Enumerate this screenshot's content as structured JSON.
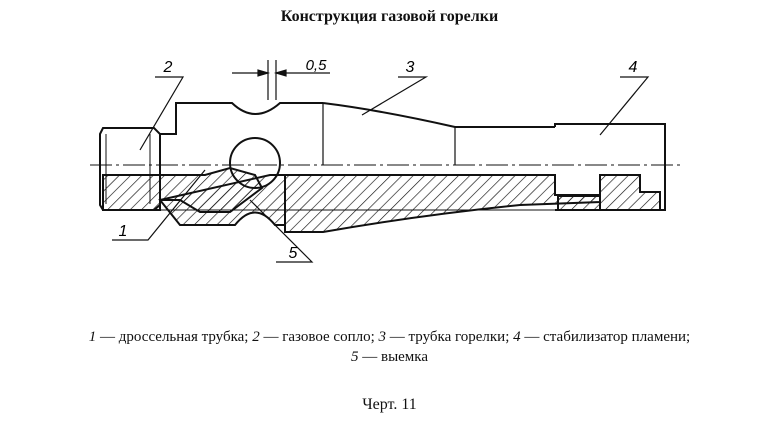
{
  "title": "Конструкция газовой горелки",
  "drawing": {
    "dimension": "0,5",
    "callouts": [
      "1",
      "2",
      "3",
      "4",
      "5"
    ]
  },
  "legend": {
    "line1": [
      {
        "num": "1",
        "text": " — дроссельная трубка; "
      },
      {
        "num": "2",
        "text": " — газовое сопло; "
      },
      {
        "num": "3",
        "text": " — трубка горелки; "
      },
      {
        "num": "4",
        "text": " — стабилизатор пламени;"
      }
    ],
    "line2": [
      {
        "num": "5",
        "text": " — выемка"
      }
    ]
  },
  "caption": "Черт. 11"
}
